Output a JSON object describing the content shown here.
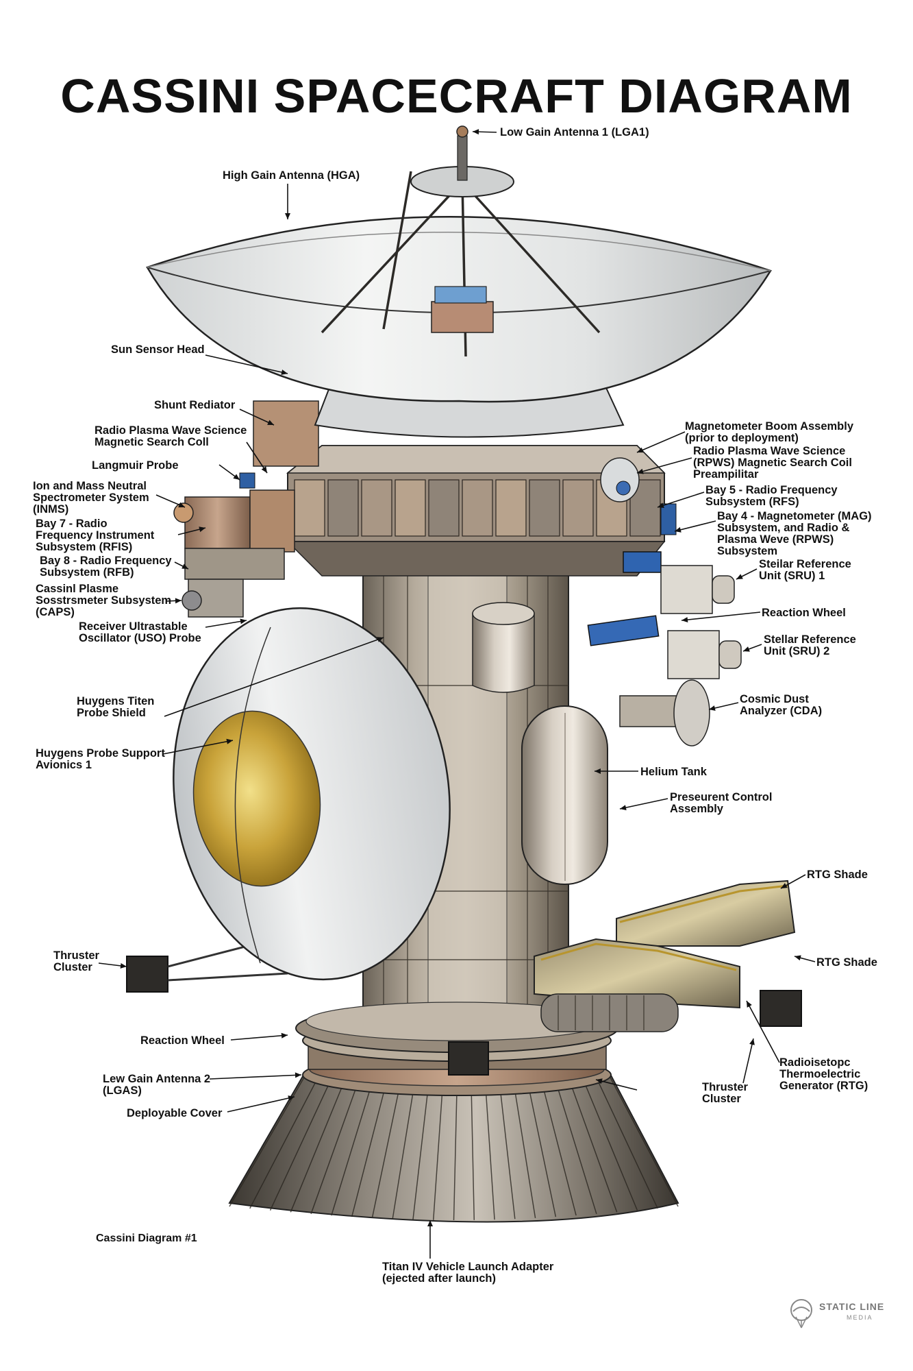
{
  "title": "CASSINI SPACECRAFT DIAGRAM",
  "caption": "Cassini Diagram #1",
  "brand": {
    "name": "STATIC LINE",
    "sub": "MEDIA"
  },
  "labels": {
    "lga1": "Low Gain Antenna 1 (LGA1)",
    "hga": "High Gain Antenna (HGA)",
    "sun_sensor": "Sun Sensor Head",
    "shunt_radiator": "Shunt Rediator",
    "rpws_coil": "Radio Plasma Wave Science\nMagnetic Search Coll",
    "langmuir": "Langmuir Probe",
    "inms": "Ion and Mass Neutral\nSpectrometer System\n(INMS)",
    "bay7": "Bay 7 - Radio\nFrequency Instrument\nSubsystem (RFIS)",
    "bay8": "Bay 8 - Radio Frequency\nSubsystem (RFB)",
    "caps": "Cassinl Plasme\nSosstrsmeter Subsystem\n(CAPS)",
    "uso": "Receiver Ultrastable\nOscillator (USO) Probe",
    "huygens_shield": "Huygens Titen\nProbe Shield",
    "huygens_avionics": "Huygens Probe Support\nAvionics 1",
    "thruster_left": "Thruster\nCluster",
    "reaction_wheel_bottom": "Reaction Wheel",
    "lga2": "Lew Gain Antenna 2\n(LGAS)",
    "deployable_cover": "Deployable Cover",
    "titan_adapter": "Titan IV Vehicle Launch Adapter\n(ejected after launch)",
    "mag_boom": "Magnetometer Boom Assembly\n(prior to deployment)",
    "rpws_preamp": "Radio Plasma Wave Science\n(RPWS) Magnetic Search Coil\nPreampilitar",
    "bay5": "Bay 5 - Radio Frequency\nSubsystem (RFS)",
    "bay4": "Bay 4 - Magnetometer (MAG)\nSubsystem, and Radio &\nPlasma Weve (RPWS)\nSubsystem",
    "sru1": "Steilar Reference\nUnit (SRU) 1",
    "reaction_wheel": "Reaction Wheel",
    "sru2": "Stellar Reference\nUnit (SRU) 2",
    "cda": "Cosmic Dust\nAnalyzer (CDA)",
    "helium_tank": "Helium Tank",
    "pressurant": "Preseurent Control\nAssembly",
    "rtg_shade_1": "RTG Shade",
    "rtg_shade_2": "RTG Shade",
    "rtg": "Radioisetopc\nThermoelectric\nGenerator (RTG)",
    "thruster_right": "Thruster\nCluster"
  }
}
